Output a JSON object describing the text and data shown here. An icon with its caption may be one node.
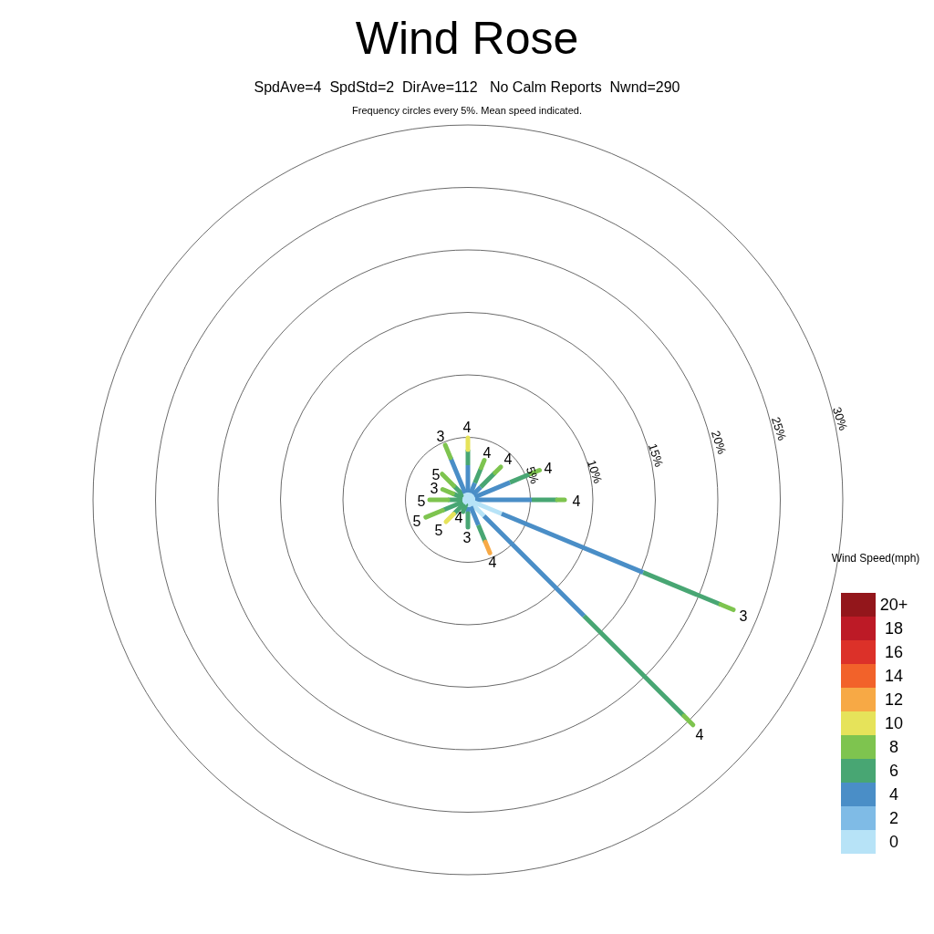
{
  "diagram": {
    "title": "Wind Rose",
    "labels": [
      "SpdAve=4  SpdStd=2  DirAve=112   No Calm Reports  Nwnd=290",
      "Frequency circles every 5%. Mean speed indicated.",
      "30%",
      "25%",
      "20%",
      "15%",
      "10%",
      "5%",
      "3",
      "4",
      "4",
      "4",
      "4",
      "5",
      "3",
      "5",
      "4",
      "4",
      "5",
      "5",
      "3",
      "4",
      "3",
      "4",
      "Wind Speed(mph)"
    ],
    "legend": [
      {
        "text": "20+",
        "color": "#93161b"
      },
      {
        "text": "18",
        "color": "#bd1a26"
      },
      {
        "text": "16",
        "color": "#dc3129"
      },
      {
        "text": "14",
        "color": "#f2622a"
      },
      {
        "text": "12",
        "color": "#f7a945"
      },
      {
        "text": "10",
        "color": "#e6e35a"
      },
      {
        "text": "8",
        "color": "#7ec44f"
      },
      {
        "text": "6",
        "color": "#48a673"
      },
      {
        "text": "4",
        "color": "#4a8ec7"
      },
      {
        "text": "2",
        "color": "#7fbbe6"
      },
      {
        "text": "0",
        "color": "#b7e3f7"
      }
    ]
  }
}
